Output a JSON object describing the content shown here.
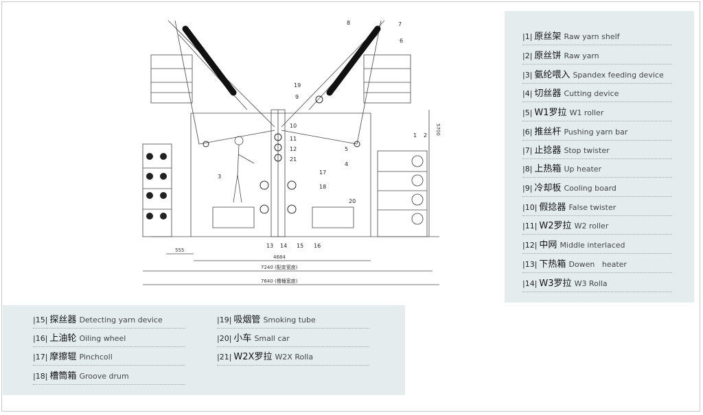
{
  "diagram": {
    "labels": [
      "1",
      "2",
      "3",
      "4",
      "5",
      "6",
      "7",
      "8",
      "9",
      "10",
      "11",
      "12",
      "13",
      "14",
      "15",
      "16",
      "17",
      "18",
      "19",
      "20",
      "21"
    ],
    "dimensions": {
      "height": "5700",
      "left_offset": "555",
      "center_width": "4684",
      "width_1": "7240 (配变宽度)",
      "width_2": "7640 (槽桶宽度)"
    }
  },
  "legend_right": [
    {
      "num": "|1|",
      "zh": "原丝架",
      "en": "Raw yarn shelf"
    },
    {
      "num": "|2|",
      "zh": "原丝饼",
      "en": "Raw yarn"
    },
    {
      "num": "|3|",
      "zh": "氨纶喂入",
      "en": "Spandex feeding device"
    },
    {
      "num": "|4|",
      "zh": "切丝器",
      "en": "Cutting device"
    },
    {
      "num": "|5|",
      "zh": "W1罗拉",
      "en": "W1 roller"
    },
    {
      "num": "|6|",
      "zh": "推丝杆",
      "en": "Pushing yarn bar"
    },
    {
      "num": "|7|",
      "zh": "止捻器",
      "en": "Stop twister"
    },
    {
      "num": "|8|",
      "zh": "上热箱",
      "en": "Up heater"
    },
    {
      "num": "|9|",
      "zh": "冷却板",
      "en": "Cooling board"
    },
    {
      "num": "|10|",
      "zh": "假捻器",
      "en": "False twister"
    },
    {
      "num": "|11|",
      "zh": "W2罗拉",
      "en": "W2 roller"
    },
    {
      "num": "|12|",
      "zh": "中网",
      "en": "Middle interlaced"
    },
    {
      "num": "|13|",
      "zh": "下热箱",
      "en": "Dowen   heater"
    },
    {
      "num": "|14|",
      "zh": "W3罗拉",
      "en": "W3 Rolla"
    }
  ],
  "legend_bottom_left": [
    {
      "num": "|15|",
      "zh": "探丝器",
      "en": "Detecting yarn device"
    },
    {
      "num": "|16|",
      "zh": "上油轮",
      "en": "Oiling wheel"
    },
    {
      "num": "|17|",
      "zh": "摩擦辊",
      "en": "Pinchcoll"
    },
    {
      "num": "|18|",
      "zh": "槽筒箱",
      "en": "Groove drum"
    }
  ],
  "legend_bottom_right": [
    {
      "num": "|19|",
      "zh": "吸烟管",
      "en": "Smoking tube"
    },
    {
      "num": "|20|",
      "zh": "小车",
      "en": "Small car"
    },
    {
      "num": "|21|",
      "zh": "W2X罗拉",
      "en": "W2X Rolla"
    }
  ]
}
